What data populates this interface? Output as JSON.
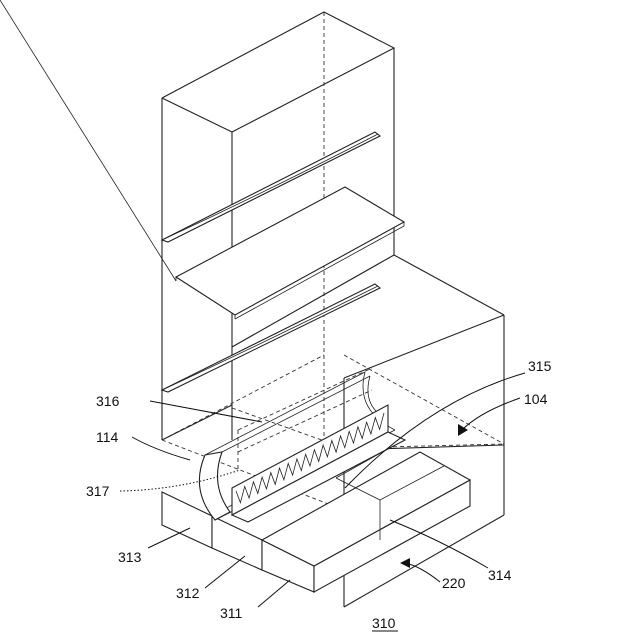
{
  "figure": {
    "labels": {
      "l104": "104",
      "l114": "114",
      "l220": "220",
      "l310": "310",
      "l311": "311",
      "l312": "312",
      "l313": "313",
      "l314": "314",
      "l315": "315",
      "l316": "316",
      "l317": "317"
    }
  }
}
